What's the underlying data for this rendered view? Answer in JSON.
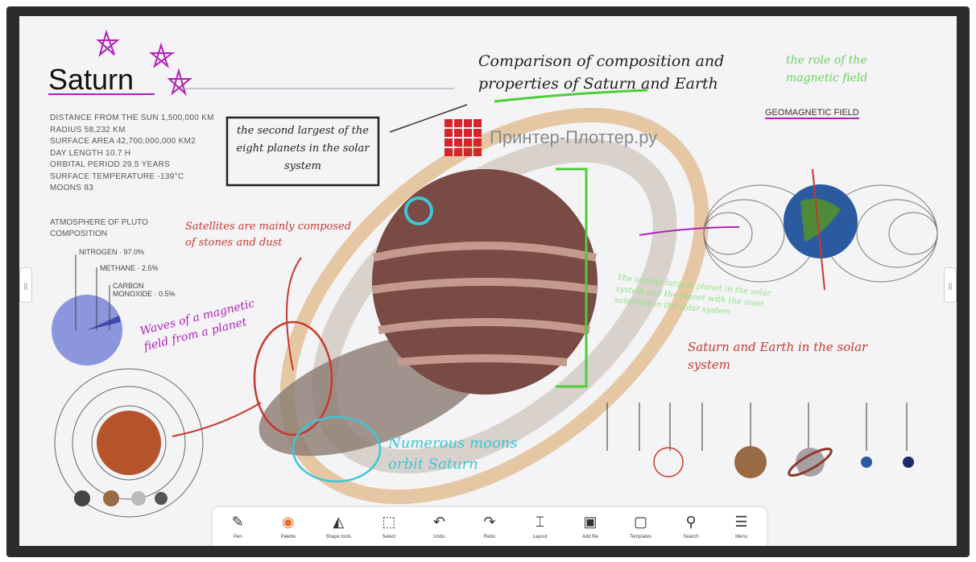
{
  "whiteboard": {
    "title": "Saturn",
    "facts": [
      "Distance from the sun 1,500,000 km",
      "Radius 58,232 km",
      "Surface area 42,700,000,000 km2",
      "Day length 10.7 h",
      "Orbital period 29.5 years",
      "Surface temperature -139°C",
      "Moons 83"
    ],
    "composition_title": "Atmosphere of Pluto composition",
    "composition": [
      "Nitrogen · 97.0%",
      "Methane · 2.5%",
      "Carbon monoxide · 0.5%"
    ],
    "heading_note": "Comparison of composition and properties of Saturn and Earth",
    "boxed_note": "the second largest of the eight planets in the solar system",
    "note_magnetic": "the role of the magnetic field",
    "geomagnetic_label": "GEOMAGNETIC FIELD",
    "note_satellites": "Satellites are mainly composed of stones and dust",
    "note_waves": "Waves of a magnetic field from a planet",
    "note_moons": "Numerous moons orbit Saturn",
    "note_green": "The second largest planet in the solar system and the planet with the most satellites in the solar system",
    "note_solar": "Saturn and Earth in the solar system"
  },
  "watermark": "Принтер-Плоттер.ру",
  "side_handles": {
    "left": "||",
    "right": "||"
  },
  "toolbar": [
    {
      "icon": "pen-icon",
      "glyph": "✎",
      "label": "Pen"
    },
    {
      "icon": "palette-icon",
      "glyph": "◉",
      "label": "Palette"
    },
    {
      "icon": "shape-tools-icon",
      "glyph": "◭",
      "label": "Shape tools"
    },
    {
      "icon": "select-icon",
      "glyph": "⬚",
      "label": "Select"
    },
    {
      "icon": "undo-icon",
      "glyph": "↶",
      "label": "Undo"
    },
    {
      "icon": "redo-icon",
      "glyph": "↷",
      "label": "Redo"
    },
    {
      "icon": "layout-icon",
      "glyph": "⌶",
      "label": "Layout"
    },
    {
      "icon": "add-file-icon",
      "glyph": "▣",
      "label": "Add file"
    },
    {
      "icon": "templates-icon",
      "glyph": "▢",
      "label": "Templates"
    },
    {
      "icon": "search-icon",
      "glyph": "⚲",
      "label": "Search"
    },
    {
      "icon": "menu-icon",
      "glyph": "☰",
      "label": "Menu"
    }
  ],
  "colors": {
    "bezel": "#2b2b2d",
    "board": "#f4f4f6",
    "purple": "#b021b8",
    "red": "#c8372d",
    "green": "#4ccd3a",
    "cyan": "#3cc6d6"
  }
}
